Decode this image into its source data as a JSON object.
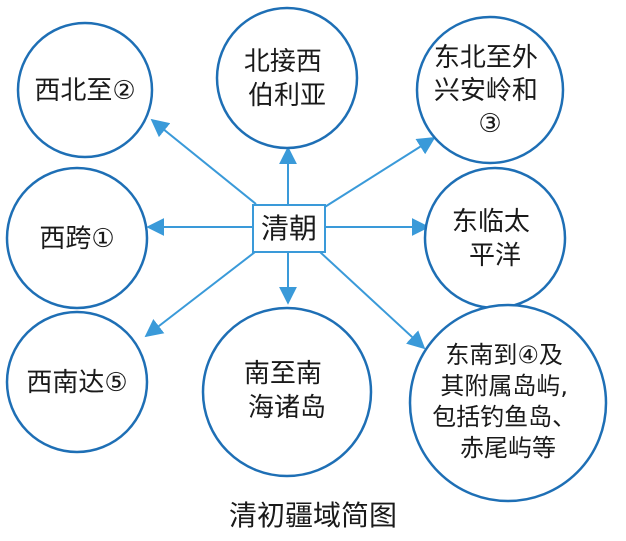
{
  "center": {
    "label": "清朝"
  },
  "nodes": [
    {
      "id": "nw",
      "lines": [
        "西北至②"
      ]
    },
    {
      "id": "n",
      "lines": [
        "北接西",
        "伯利亚"
      ]
    },
    {
      "id": "ne",
      "lines": [
        "东北至外",
        "兴安岭和",
        "③"
      ]
    },
    {
      "id": "w",
      "lines": [
        "西跨①"
      ]
    },
    {
      "id": "e",
      "lines": [
        "东临太",
        "平洋"
      ]
    },
    {
      "id": "sw",
      "lines": [
        "西南达⑤"
      ]
    },
    {
      "id": "s",
      "lines": [
        "南至南",
        "海诸岛"
      ]
    },
    {
      "id": "se",
      "lines": [
        "东南到④及",
        "其附属岛屿,",
        "包括钓鱼岛、",
        "赤尾屿等"
      ]
    }
  ],
  "caption": "清初疆域简图",
  "colors": {
    "arrow": "#3a9ad9",
    "circle": "#1e6fb5",
    "center_border": "#3a9ad9",
    "text": "#1a1a1a"
  }
}
